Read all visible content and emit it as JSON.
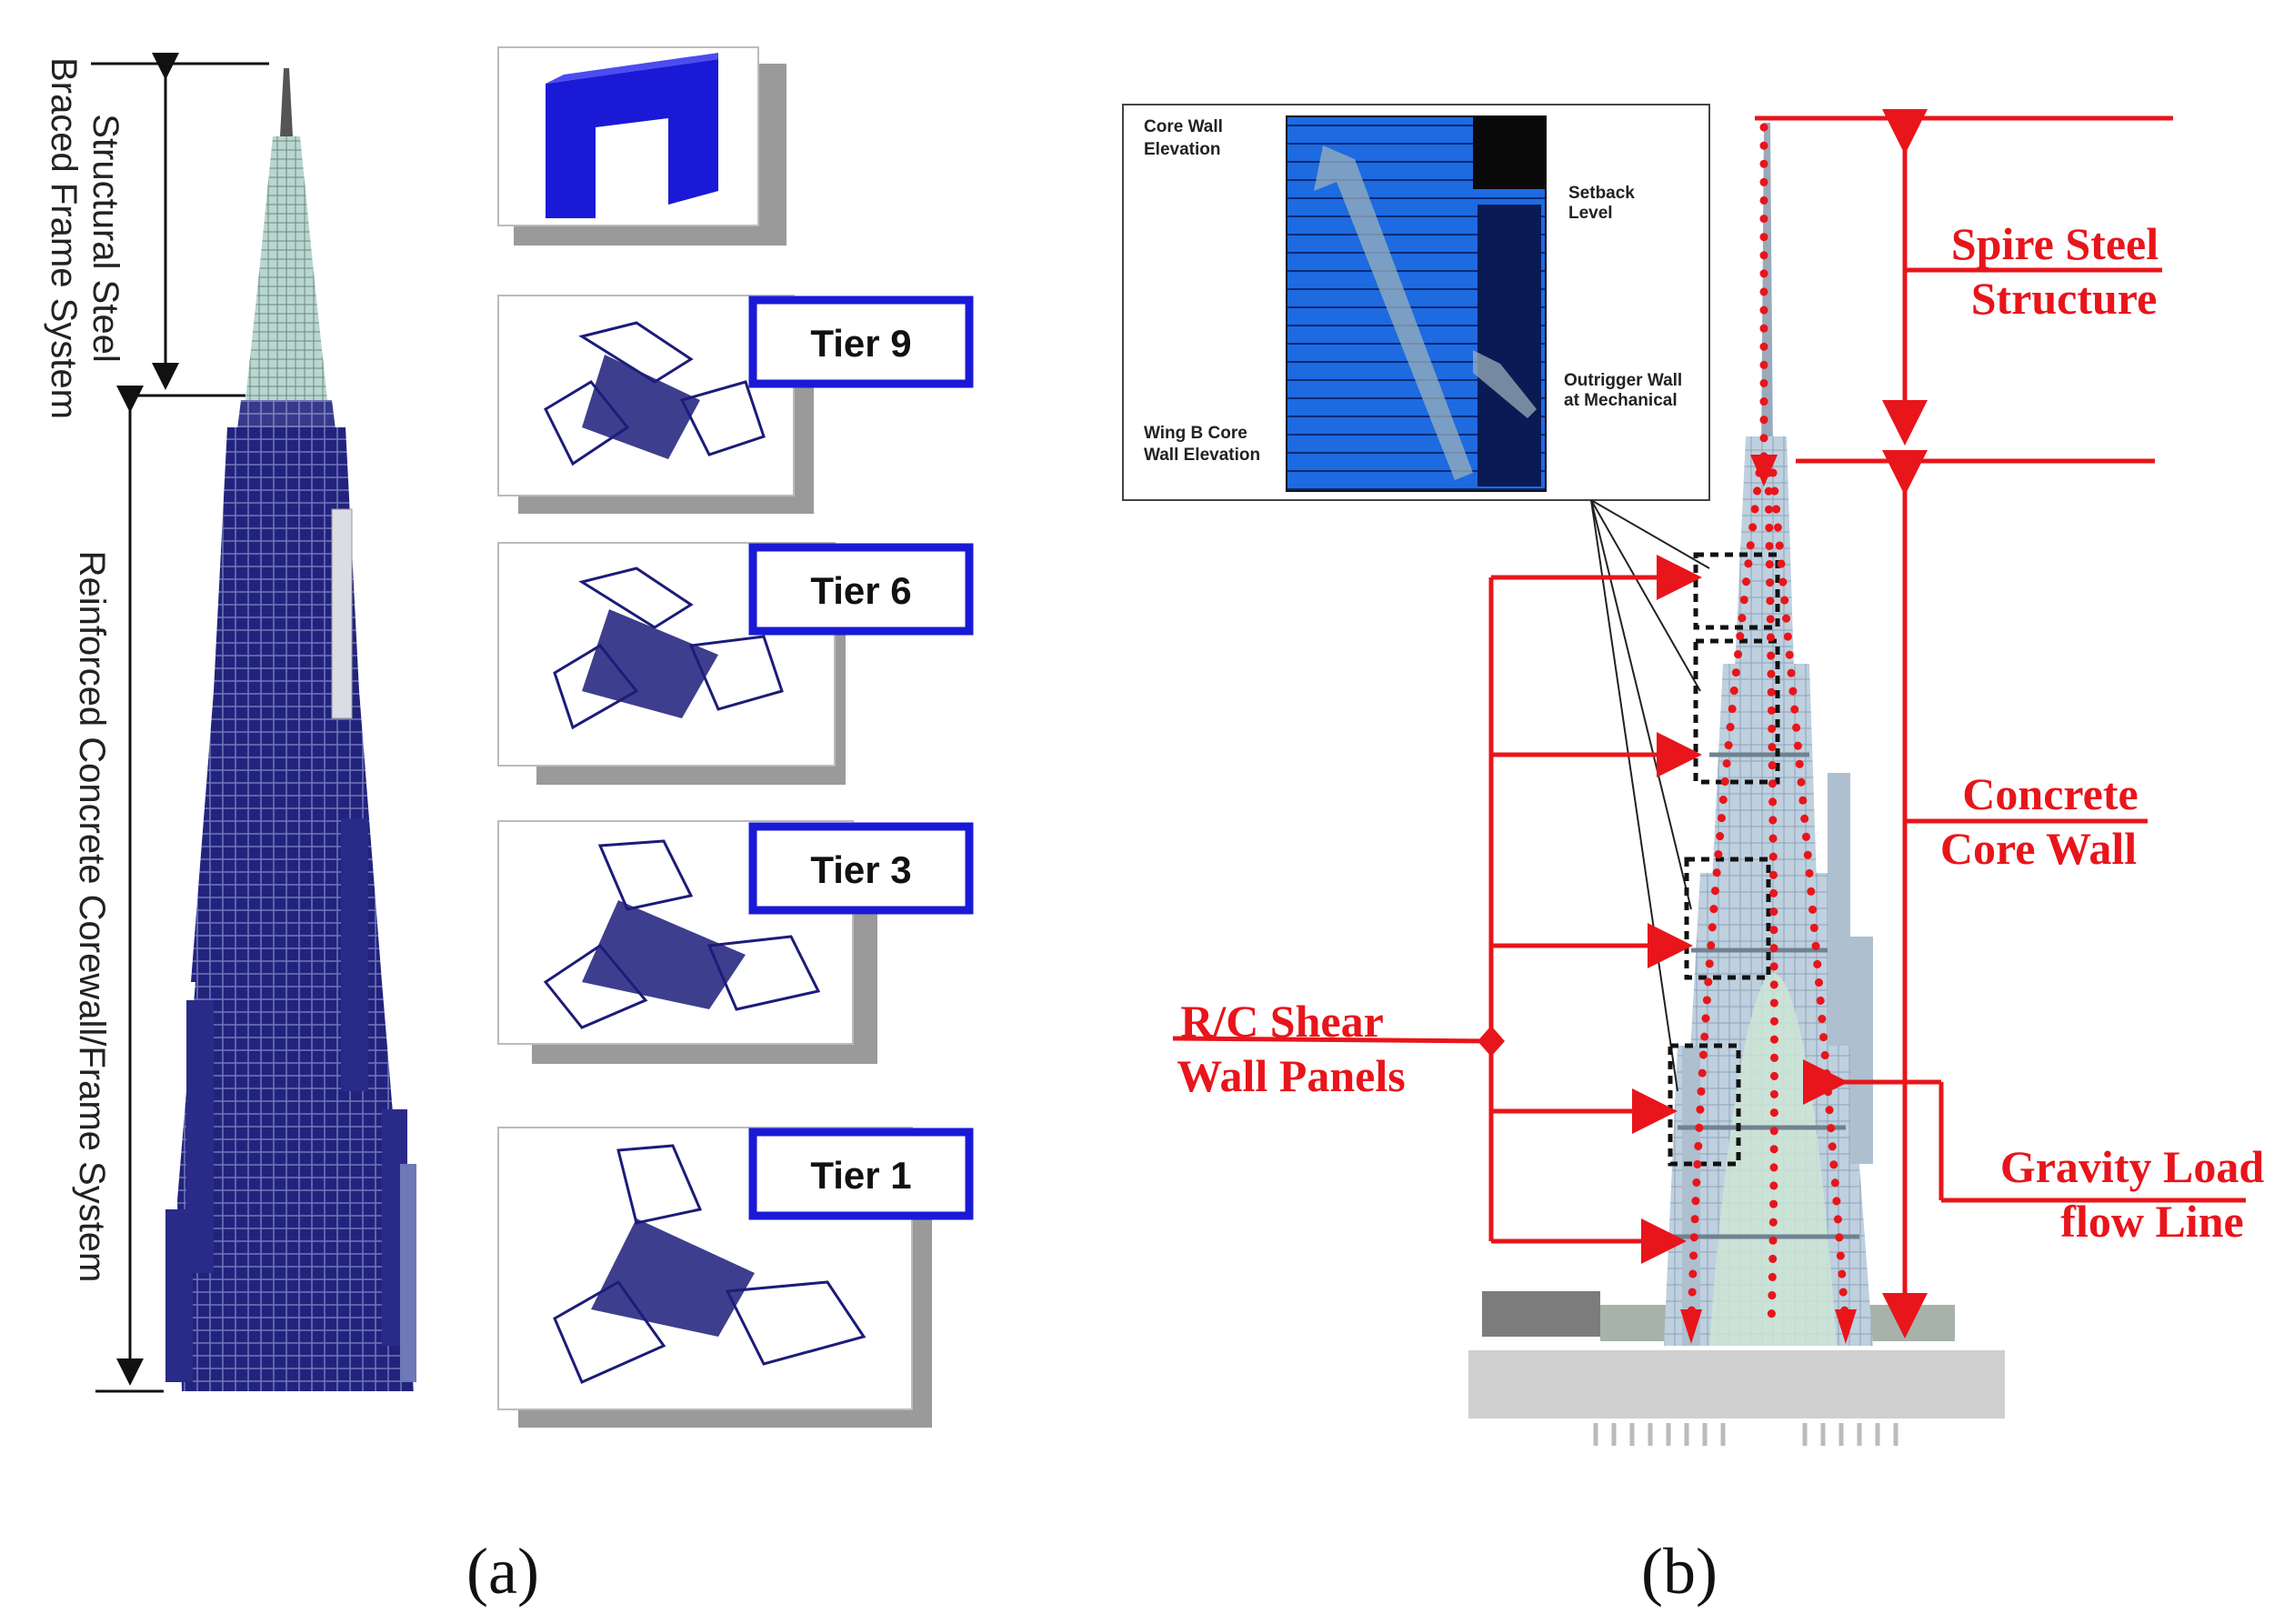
{
  "panel_a": {
    "vertical_labels": {
      "steel_line1": "Structural Steel",
      "steel_line2": "Braced Frame System",
      "concrete": "Reinforced Concrete Corewall/Frame System"
    },
    "tiers": [
      "Tier 9",
      "Tier 6",
      "Tier 3",
      "Tier 1"
    ],
    "caption": "(a)"
  },
  "panel_b": {
    "inset": {
      "core_wall_elevation_1": "Core Wall",
      "core_wall_elevation_2": "Elevation",
      "setback_1": "Setback",
      "setback_2": "Level",
      "outrigger_1": "Outrigger Wall",
      "outrigger_2": "at Mechanical",
      "wing_1": "Wing B Core",
      "wing_2": "Wall Elevation"
    },
    "labels": {
      "spire_1": "Spire Steel",
      "spire_2": "Structure",
      "concrete_1": "Concrete",
      "concrete_2": "Core Wall",
      "shear_1": "R/C Shear",
      "shear_2": "Wall Panels",
      "gravity_1": "Gravity Load",
      "gravity_2": "flow Line"
    },
    "caption": "(b)"
  },
  "colors": {
    "accent_red": "#e8151b",
    "tier_blue": "#1a1ad6",
    "structure_navy": "#1c1c7a"
  }
}
